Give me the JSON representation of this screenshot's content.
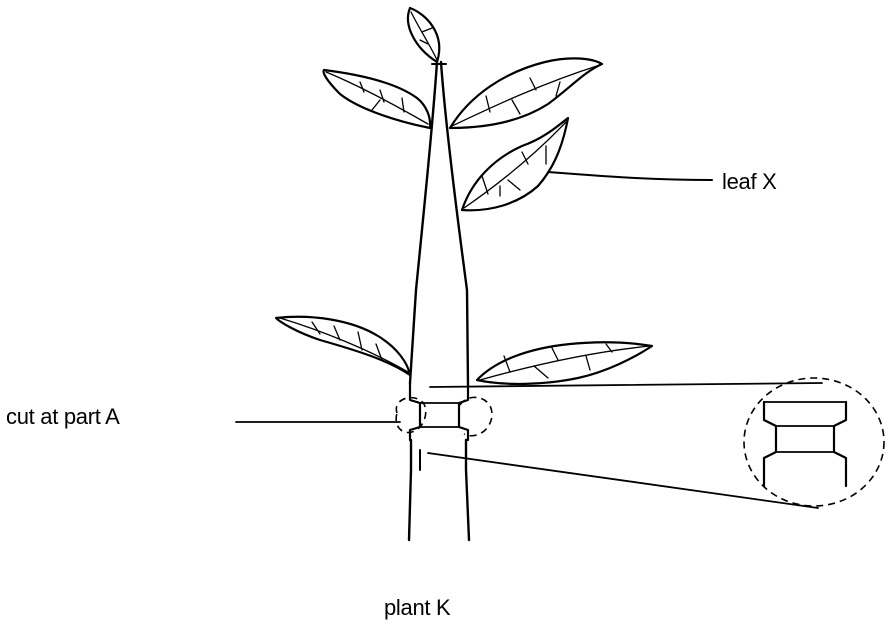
{
  "labels": {
    "leaf_x": "leaf X",
    "cut": "cut at part A",
    "plant": "plant K"
  },
  "colors": {
    "ink": "#000000",
    "background": "#ffffff"
  }
}
